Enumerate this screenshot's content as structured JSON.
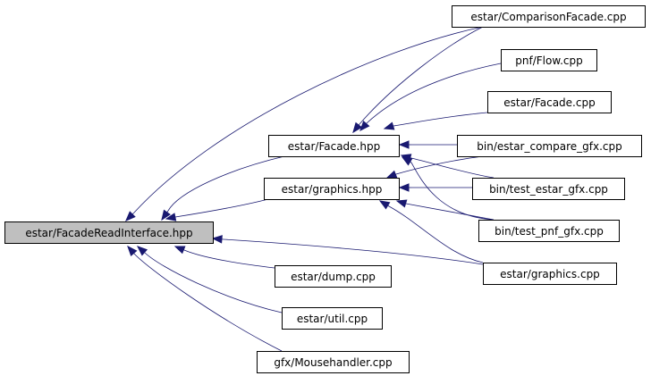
{
  "graph": {
    "root": {
      "id": "root",
      "label": "estar/FacadeReadInterface.hpp",
      "fill": "#bfbfbf"
    },
    "nodes": [
      {
        "id": "comparison",
        "label": "estar/ComparisonFacade.cpp"
      },
      {
        "id": "flow",
        "label": "pnf/Flow.cpp"
      },
      {
        "id": "facade_cpp",
        "label": "estar/Facade.cpp"
      },
      {
        "id": "facade_hpp",
        "label": "estar/Facade.hpp"
      },
      {
        "id": "compare_gfx",
        "label": "bin/estar_compare_gfx.cpp"
      },
      {
        "id": "graphics_hpp",
        "label": "estar/graphics.hpp"
      },
      {
        "id": "test_estar_gfx",
        "label": "bin/test_estar_gfx.cpp"
      },
      {
        "id": "test_pnf_gfx",
        "label": "bin/test_pnf_gfx.cpp"
      },
      {
        "id": "graphics_cpp",
        "label": "estar/graphics.cpp"
      },
      {
        "id": "dump",
        "label": "estar/dump.cpp"
      },
      {
        "id": "util",
        "label": "estar/util.cpp"
      },
      {
        "id": "mouse",
        "label": "gfx/Mousehandler.cpp"
      }
    ],
    "edges": [
      {
        "from": "comparison",
        "to": "root"
      },
      {
        "from": "facade_hpp",
        "to": "root"
      },
      {
        "from": "graphics_hpp",
        "to": "root"
      },
      {
        "from": "graphics_cpp",
        "to": "root"
      },
      {
        "from": "dump",
        "to": "root"
      },
      {
        "from": "util",
        "to": "root"
      },
      {
        "from": "mouse",
        "to": "root"
      },
      {
        "from": "comparison",
        "to": "facade_hpp"
      },
      {
        "from": "flow",
        "to": "facade_hpp"
      },
      {
        "from": "facade_cpp",
        "to": "facade_hpp"
      },
      {
        "from": "compare_gfx",
        "to": "facade_hpp"
      },
      {
        "from": "test_estar_gfx",
        "to": "facade_hpp"
      },
      {
        "from": "test_pnf_gfx",
        "to": "facade_hpp"
      },
      {
        "from": "compare_gfx",
        "to": "graphics_hpp"
      },
      {
        "from": "test_estar_gfx",
        "to": "graphics_hpp"
      },
      {
        "from": "test_pnf_gfx",
        "to": "graphics_hpp"
      },
      {
        "from": "graphics_cpp",
        "to": "graphics_hpp"
      }
    ],
    "edge_color": "#191970",
    "node_fill": "#ffffff",
    "node_border": "#000000"
  }
}
